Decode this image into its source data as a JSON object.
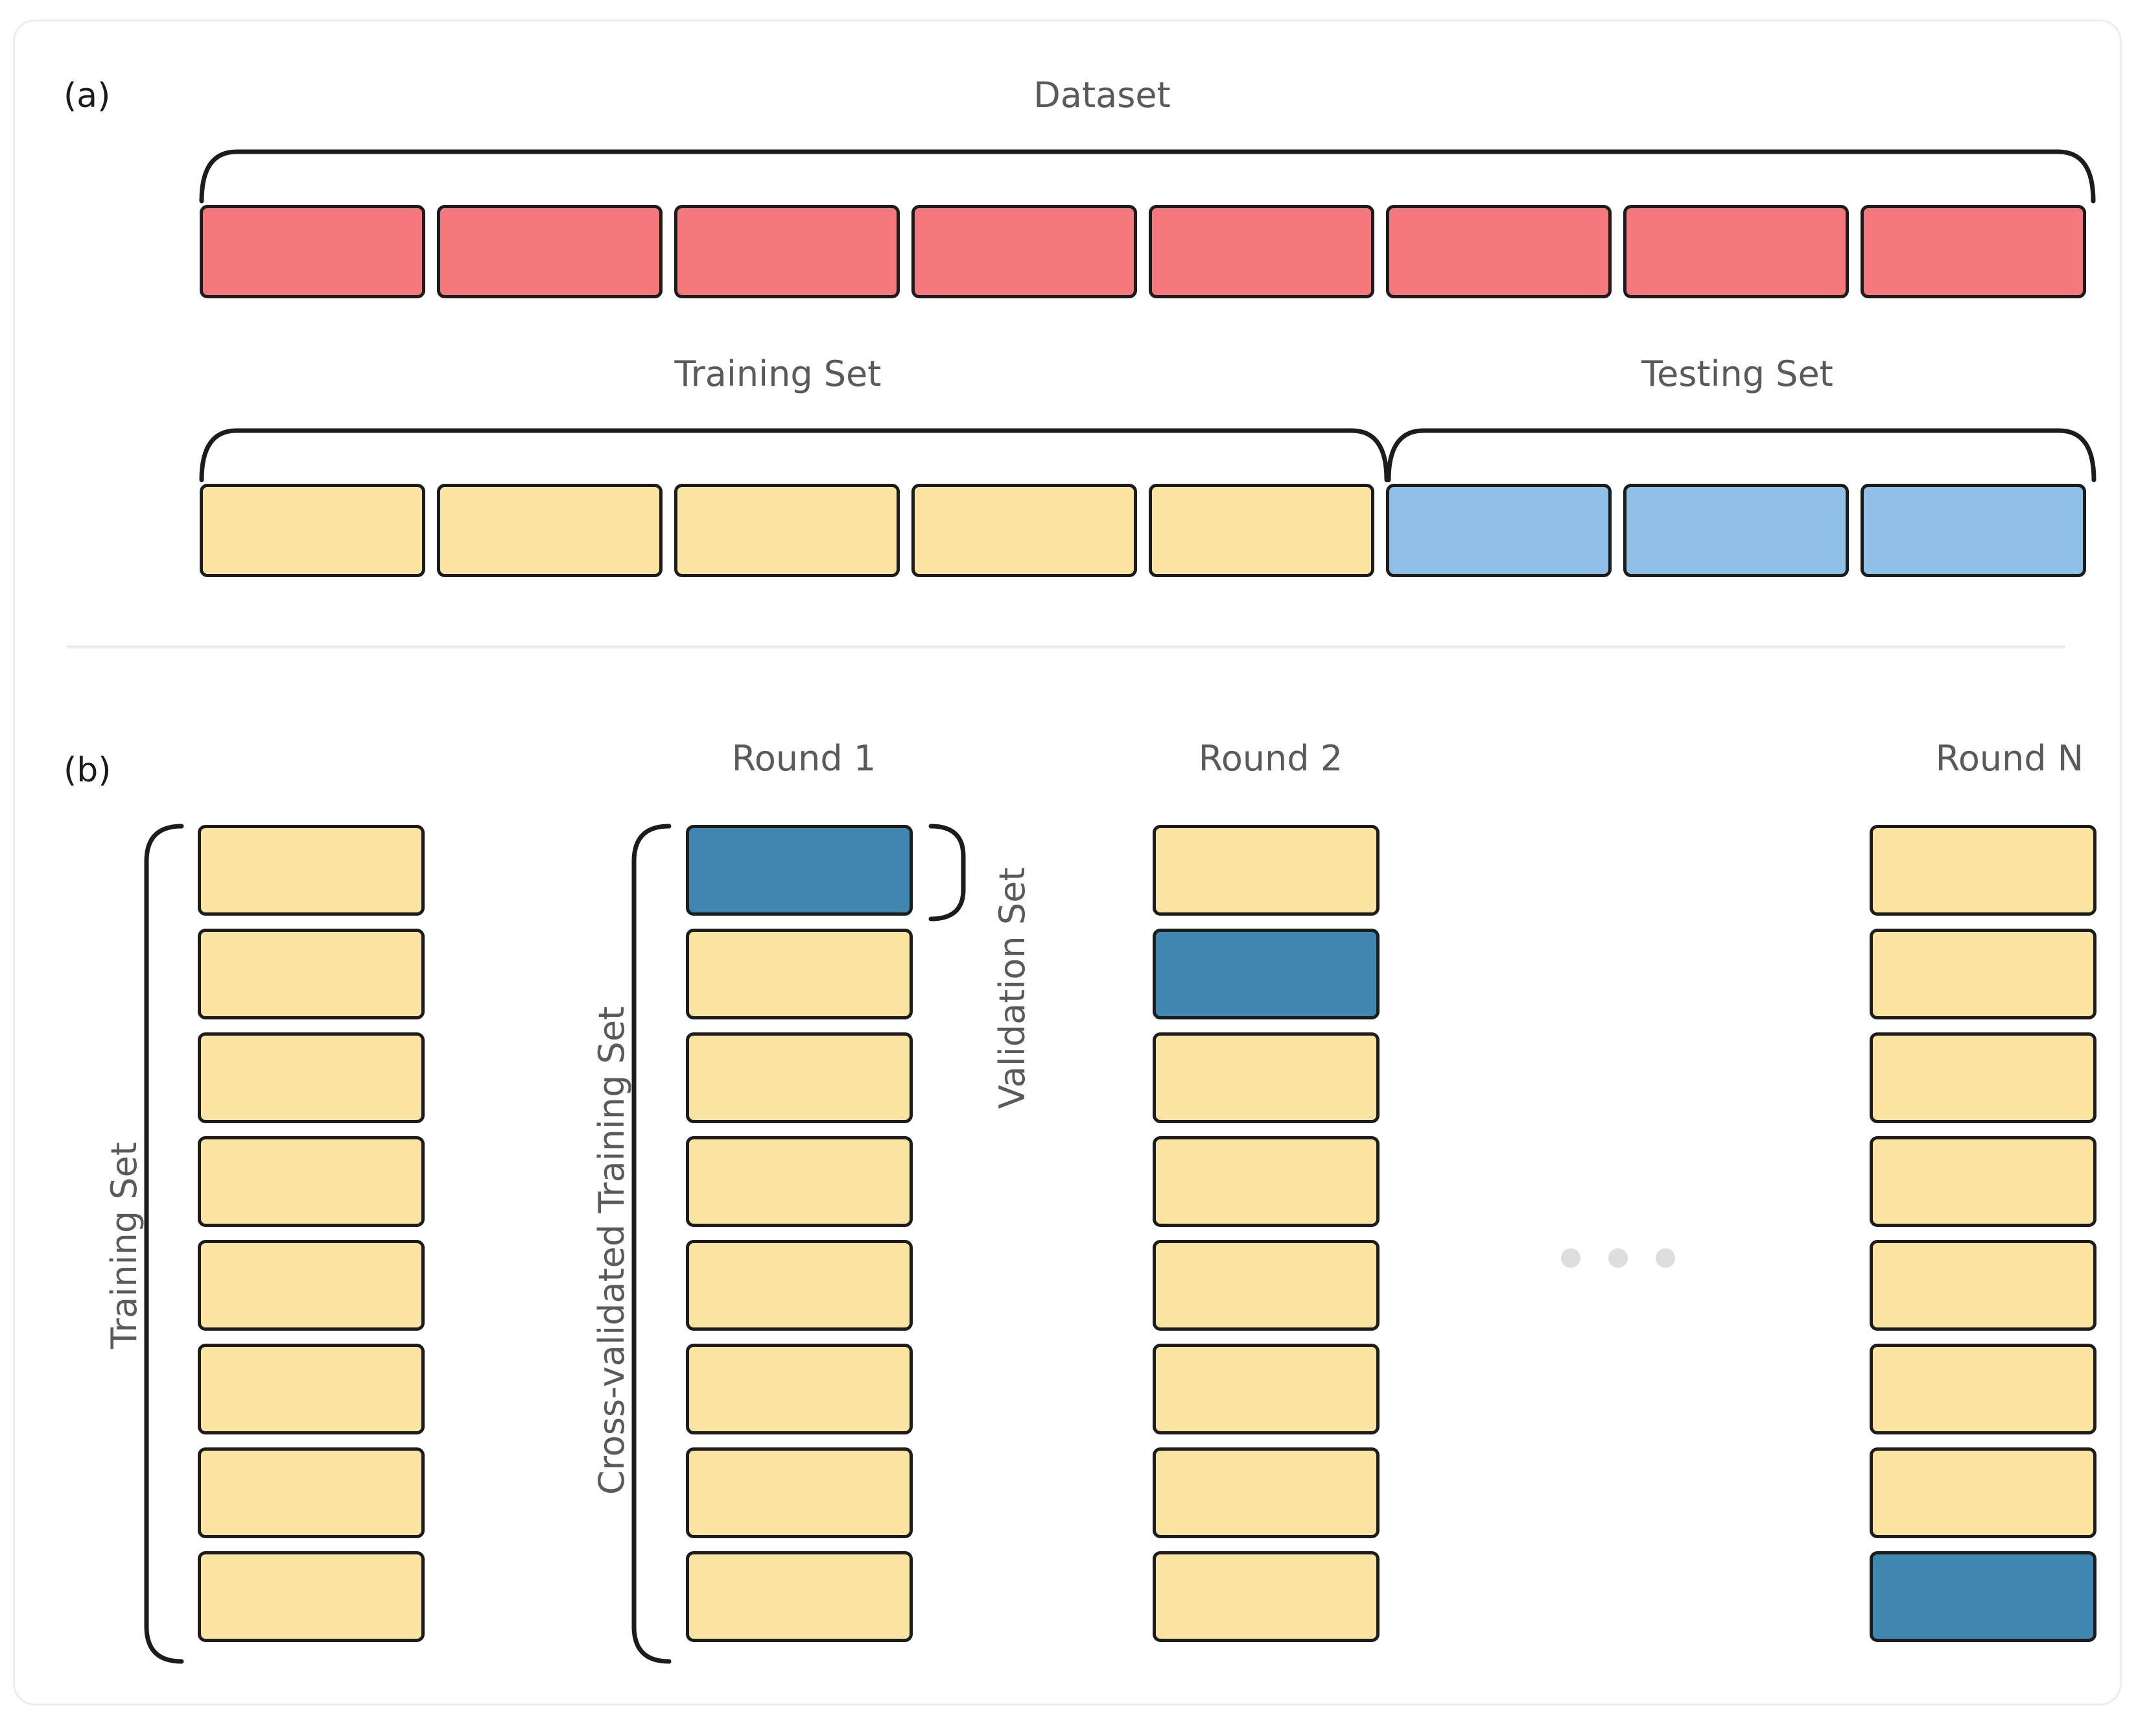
{
  "figure": {
    "panel_a_tag": "(a)",
    "panel_b_tag": "(b)"
  },
  "panel_a": {
    "dataset_label": "Dataset",
    "training_set_label": "Training Set",
    "testing_set_label": "Testing Set",
    "dataset_row": {
      "color": "#F4787C",
      "count": 8,
      "kind": "dataset-block"
    },
    "split_row": {
      "training_color": "#FBE3A2",
      "training_count": 5,
      "testing_color": "#8FC1E6",
      "testing_count": 3
    }
  },
  "panel_b": {
    "training_set_label": "Training Set",
    "cross_validated_training_set_label": "Cross-validated Training Set",
    "validation_set_label": "Validation Set",
    "rounds": [
      {
        "label": "Round 1",
        "folds": 8,
        "validation_index": 0
      },
      {
        "label": "Round 2",
        "folds": 8,
        "validation_index": 1
      },
      {
        "label": "Round N",
        "folds": 8,
        "validation_index": 7
      }
    ],
    "ellipsis_dots": 3,
    "base_column_folds": 8,
    "colors": {
      "fold": "#FBE3A2",
      "validation": "#3F86B1",
      "outline": "#1C1C1C",
      "dots": "#DEDEDE"
    }
  }
}
